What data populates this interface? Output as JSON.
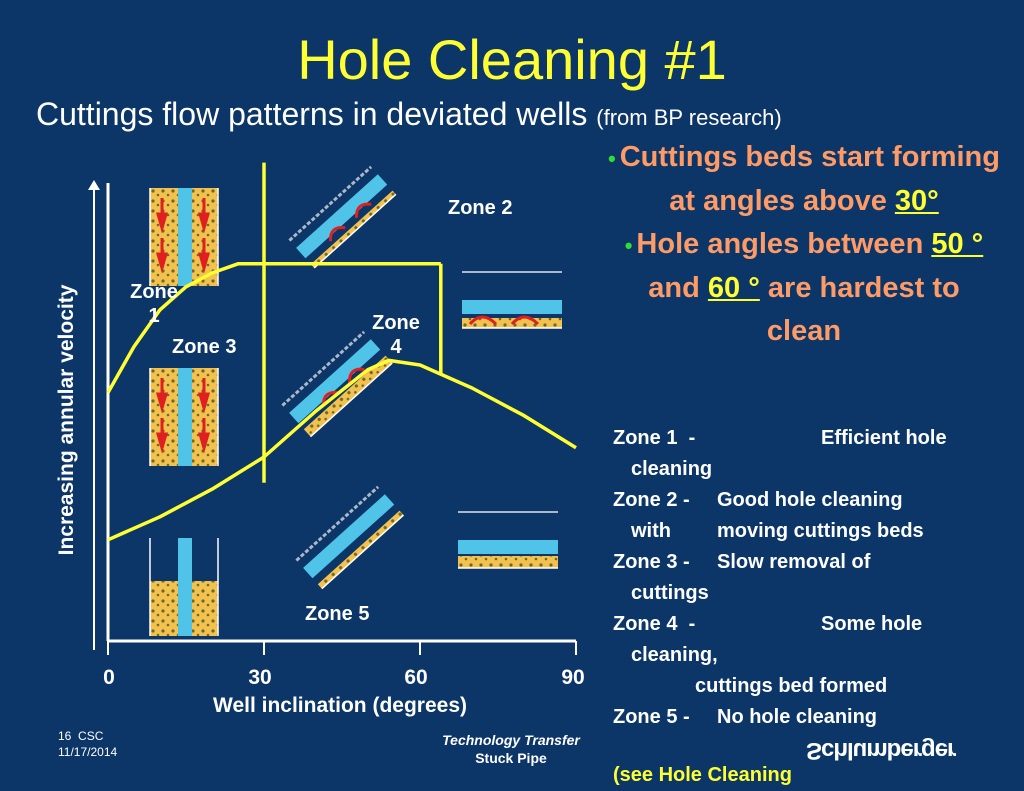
{
  "slide": {
    "title": "Hole Cleaning #1",
    "subtitle": "Cuttings flow patterns in deviated wells",
    "subtitle_note": "(from BP research)"
  },
  "bullets": [
    {
      "pre": "Cuttings beds start forming at angles above ",
      "val": "30°",
      "post": ""
    },
    {
      "pre": "Hole angles between ",
      "val": "50 °",
      "mid": " and ",
      "val2": "60 °",
      "post": " are hardest to clean"
    }
  ],
  "zone_descriptions": [
    {
      "key": "Zone 1",
      "dash": "-",
      "text": "Efficient hole",
      "cont": "cleaning"
    },
    {
      "key": "Zone 2",
      "dash": "-",
      "text": "Good hole cleaning",
      "cont_key": "with",
      "cont": "moving cuttings beds"
    },
    {
      "key": "Zone 3",
      "dash": "-",
      "text": "Slow removal of",
      "cont": "cuttings"
    },
    {
      "key": "Zone 4",
      "dash": "-",
      "text": "Some hole",
      "cont": "cleaning,",
      "cont2": "cuttings bed formed"
    },
    {
      "key": "Zone 5",
      "dash": "-",
      "text": "No hole cleaning"
    }
  ],
  "see_also": "(see Hole Cleaning",
  "brand": "Schlumberger",
  "footer": {
    "page": "16",
    "org": "CSC",
    "date": "11/17/2014",
    "dept": "Technology Transfer",
    "topic": "Stuck Pipe"
  },
  "colors": {
    "background": "#0c3568",
    "title": "#ffff33",
    "curve": "#ffff33",
    "bullet_text": "#ff9b66",
    "bullet_dot": "#33dd33",
    "pipe": "#4fc3e8",
    "cuttings": "#f2c14e",
    "flow_arrow": "#e02020"
  },
  "chart_data": {
    "type": "line",
    "xlabel": "Well inclination (degrees)",
    "ylabel": "Increasing annular velocity",
    "xlim": [
      0,
      90
    ],
    "x_ticks": [
      "0",
      "30",
      "60",
      "90"
    ],
    "series": [
      {
        "x": [
          0,
          5,
          10,
          15,
          20,
          25,
          30,
          40,
          50,
          64
        ],
        "y": [
          2.7,
          3.2,
          3.6,
          3.85,
          4.0,
          4.1,
          4.1,
          4.1,
          4.1,
          4.1
        ]
      },
      {
        "x": [
          0,
          10,
          20,
          30,
          40,
          50,
          54,
          60,
          70,
          80,
          90
        ],
        "y": [
          1.1,
          1.35,
          1.65,
          2.0,
          2.5,
          2.95,
          3.05,
          3.0,
          2.75,
          2.45,
          2.1
        ]
      }
    ],
    "boundaries": [
      {
        "x": 30,
        "y": [
          1.72,
          5.2
        ]
      },
      {
        "x": 64,
        "y": [
          2.9,
          4.1
        ]
      }
    ],
    "zones": [
      {
        "label": "Zone 1",
        "label_lines": [
          "Zone",
          "1"
        ]
      },
      {
        "label": "Zone 2"
      },
      {
        "label": "Zone 3"
      },
      {
        "label": "Zone 4",
        "label_lines": [
          "Zone",
          "4"
        ]
      },
      {
        "label": "Zone 5"
      }
    ]
  }
}
